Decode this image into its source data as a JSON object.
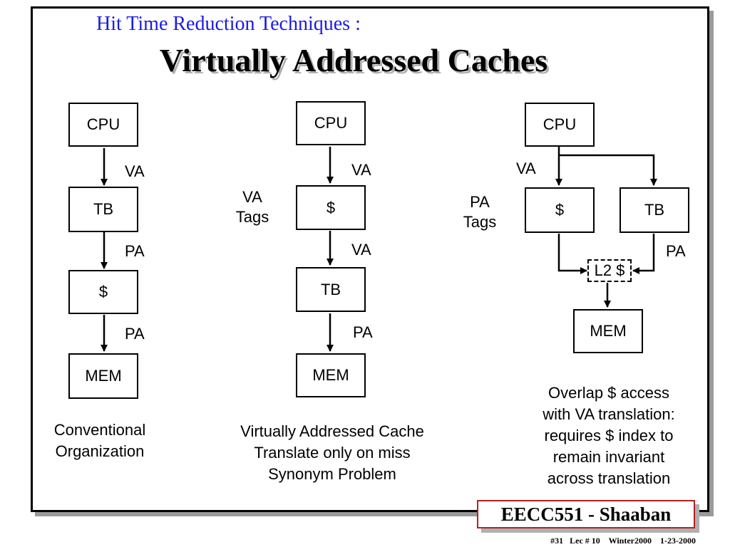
{
  "slide": {
    "subtitle": "Hit Time Reduction Techniques :",
    "title": "Virtually Addressed Caches"
  },
  "col1": {
    "boxes": [
      "CPU",
      "TB",
      "$",
      "MEM"
    ],
    "labels": [
      "VA",
      "PA",
      "PA"
    ],
    "caption": [
      "Conventional",
      "Organization"
    ]
  },
  "col2": {
    "boxes": [
      "CPU",
      "$",
      "TB",
      "MEM"
    ],
    "labels": [
      "VA",
      "VA",
      "PA"
    ],
    "side_label": [
      "VA",
      "Tags"
    ],
    "caption": [
      "Virtually Addressed Cache",
      "Translate only on miss",
      "Synonym Problem"
    ]
  },
  "col3": {
    "boxes": [
      "CPU",
      "$",
      "TB",
      "MEM"
    ],
    "l2": "L2 $",
    "labels": [
      "VA",
      "PA"
    ],
    "side_label": [
      "PA",
      "Tags"
    ],
    "caption": [
      "Overlap $ access",
      "with VA translation:",
      "requires $ index to",
      "remain invariant",
      "across translation"
    ]
  },
  "footer": {
    "course": "EECC551 - Shaaban",
    "info": "#31   Lec # 10    Winter2000    1-23-2000"
  }
}
